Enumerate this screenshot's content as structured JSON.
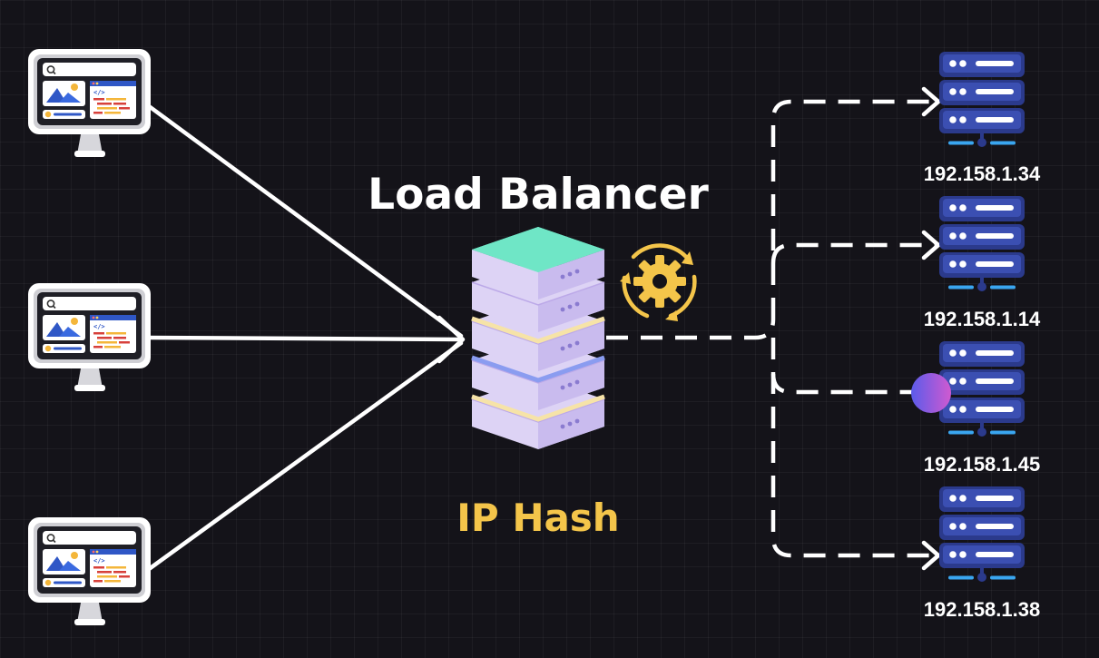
{
  "title": "Load Balancer",
  "algorithm": "IP Hash",
  "clients": [
    {
      "icon": "monitor-browser-icon"
    },
    {
      "icon": "monitor-browser-icon"
    },
    {
      "icon": "monitor-browser-icon"
    }
  ],
  "servers": [
    {
      "ip": "192.158.1.34",
      "icon": "server-rack-icon"
    },
    {
      "ip": "192.158.1.14",
      "icon": "server-rack-icon"
    },
    {
      "ip": "192.158.1.45",
      "icon": "server-rack-icon"
    },
    {
      "ip": "192.158.1.38",
      "icon": "server-rack-icon"
    }
  ],
  "colors": {
    "background": "#141319",
    "lines": "#ffffff",
    "algorithm_text": "#f4c54a",
    "server_blue": "#2b3a8c",
    "balancer_top": "#6fe6c6",
    "balancer_side": "#ddd3f5",
    "gear": "#f4c54a",
    "request_dot": "#9a4fe6"
  }
}
